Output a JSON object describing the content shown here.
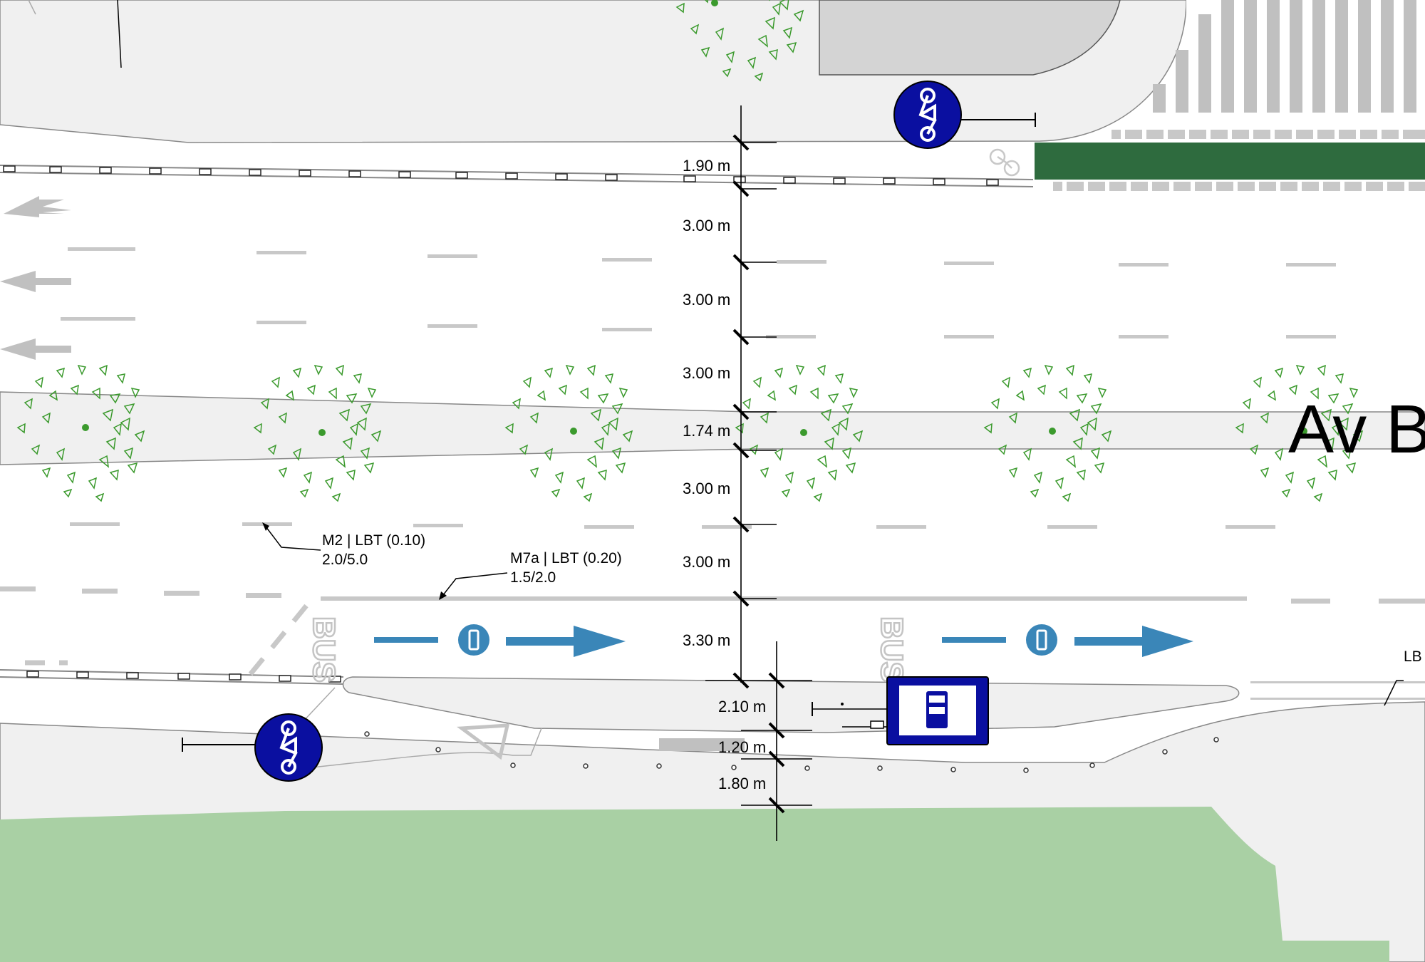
{
  "dimensions": [
    "1.90 m",
    "3.00 m",
    "3.00 m",
    "3.00 m",
    "1.74 m",
    "3.00 m",
    "3.00 m",
    "3.30 m",
    "2.10 m",
    "1.20 m",
    "1.80 m"
  ],
  "annotations": {
    "m2_line1": "M2 | LBT (0.10)",
    "m2_line2": "2.0/5.0",
    "m7a_line1": "M7a | LBT (0.20)",
    "m7a_line2": "1.5/2.0",
    "lb_cut": "LB"
  },
  "street_label": "Av Be",
  "road_markings": {
    "bus_text": "BUS"
  },
  "colors": {
    "paving": "#f0f0f0",
    "building": "#d4d4d4",
    "grass": "#a9d0a4",
    "bike_lane": "#2e6b3e",
    "sign_blue": "#0a0fa0",
    "bus_lane_arrow": "#3a86b8",
    "tree": "#3b9a2d"
  },
  "icons": [
    "bicycle-sign-icon",
    "bus-stop-sign-icon",
    "bus-icon",
    "bicycle-icon",
    "arrow-icon",
    "tree-icon"
  ]
}
